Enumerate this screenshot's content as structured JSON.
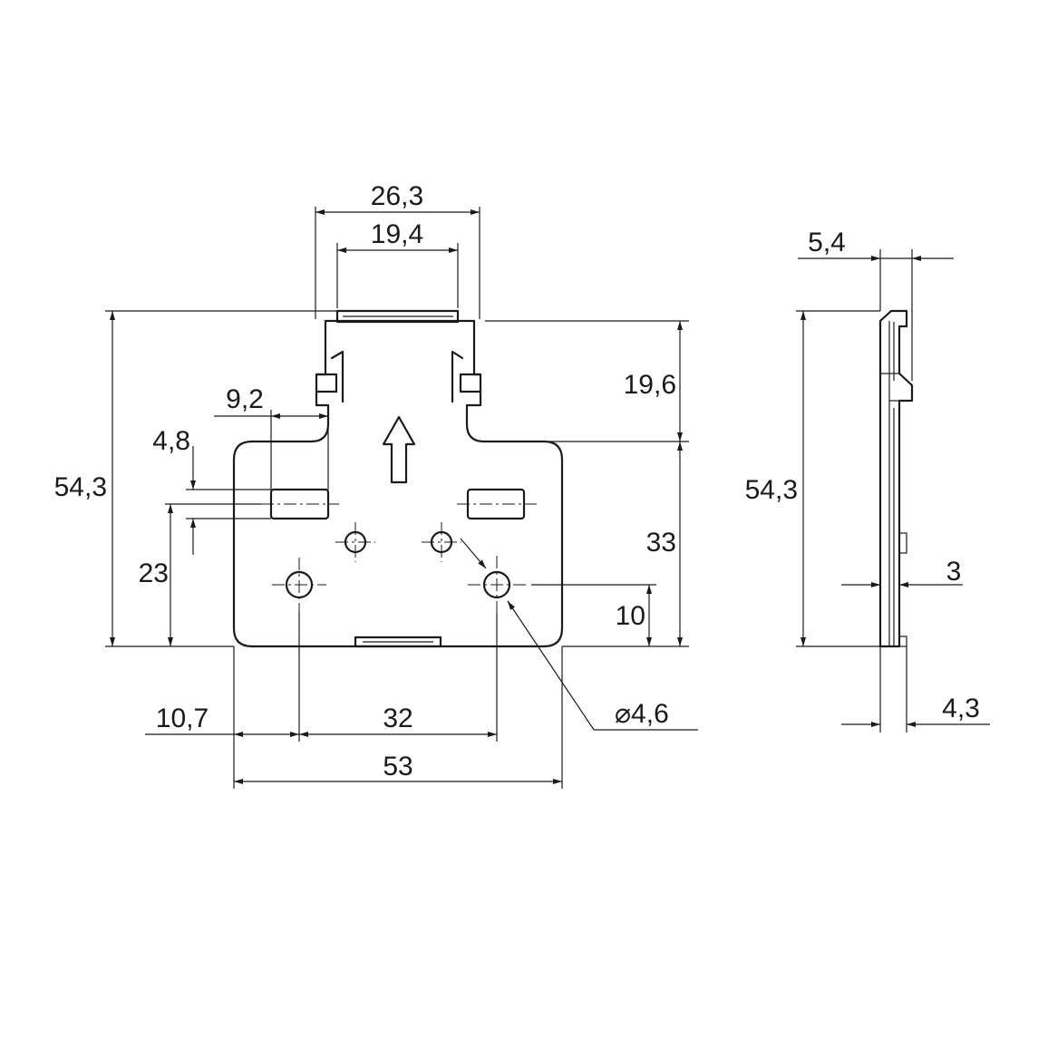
{
  "front_view": {
    "dimensions": {
      "top_outer_width": "26,3",
      "top_inner_width": "19,4",
      "slot_offset": "9,2",
      "slot_height": "4,8",
      "overall_height": "54,3",
      "slot_center_height": "23",
      "upper_height": "19,6",
      "lower_height": "33",
      "hole_center_height": "10",
      "hole_offset": "10,7",
      "hole_spacing": "32",
      "overall_width": "53",
      "hole_diameter": "⌀4,6"
    }
  },
  "side_view": {
    "dimensions": {
      "depth_top": "5,4",
      "overall_height": "54,3",
      "thickness": "3",
      "depth_bottom": "4,3"
    }
  },
  "colors": {
    "line": "#1a1a1a",
    "background": "#ffffff"
  }
}
